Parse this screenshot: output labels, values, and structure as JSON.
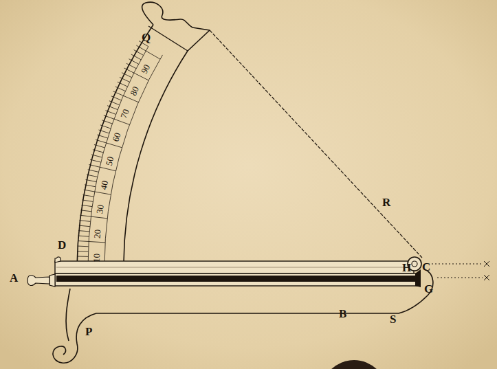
{
  "diagram": {
    "labels": [
      "Q",
      "10",
      "20",
      "30",
      "40",
      "50",
      "60",
      "70",
      "80",
      "90",
      "D",
      "A",
      "P",
      "H",
      "C",
      "G",
      "B",
      "S",
      "R"
    ]
  }
}
